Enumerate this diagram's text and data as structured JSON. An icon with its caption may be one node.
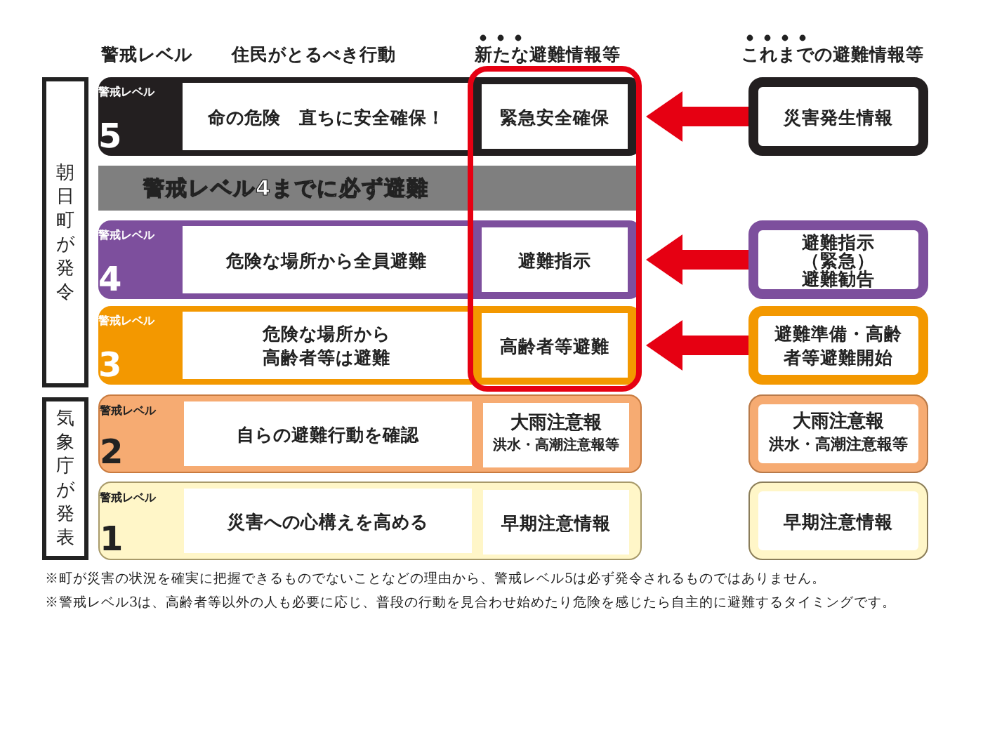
{
  "diagram": {
    "nodes": [
      {
        "text": [
          "朝日町が発令"
        ]
      },
      {
        "text": [
          "警戒レベル",
          "5",
          "命の危険　直ちに安全確保！"
        ]
      },
      {
        "text": [
          "緊急安全確保"
        ],
        "in": 1
      },
      {
        "text": [
          "警戒レベル4までに必ず避難"
        ]
      },
      {
        "text": [
          "警戒レベル",
          "4",
          "危険な場所から全員避難"
        ]
      },
      {
        "text": [
          "避難指示"
        ],
        "in": 4
      },
      {
        "text": [
          "警戒レベル",
          "3",
          "危険な場所から高齢者等は避難"
        ]
      },
      {
        "text": [
          "高齢者等避難"
        ],
        "in": 6
      },
      {
        "text": [
          "気象庁が発表"
        ]
      },
      {
        "text": [
          "警戒レベル",
          "2",
          "自らの避難行動を確認"
        ]
      },
      {
        "text": [
          "大雨注意報",
          "洪水・高潮注意報等"
        ],
        "in": 9
      },
      {
        "text": [
          "警戒レベル",
          "1",
          "災害への心構えを高める"
        ]
      },
      {
        "text": [
          "早期注意情報"
        ],
        "in": 11
      },
      {
        "text": [
          "災害発生情報"
        ]
      },
      {
        "text": [
          "避難指示（緊急）避難勧告"
        ]
      },
      {
        "text": [
          "避難準備・高齢者等避難開始"
        ]
      },
      {
        "text": [
          "大雨注意報",
          "洪水・高潮注意報等"
        ]
      },
      {
        "text": [
          "早期注意情報"
        ]
      }
    ],
    "edges": [
      {
        "from": 13,
        "to": 2,
        "arrow": "to"
      },
      {
        "from": 14,
        "to": 5,
        "arrow": "to"
      },
      {
        "from": 15,
        "to": 7,
        "arrow": "to"
      }
    ],
    "labels": [
      "警戒レベル",
      "住民がとるべき行動",
      "新たな避難情報等",
      "これまでの避難情報等",
      "※町が災害の状況を確実に把握できるものでないことなどの理由から、警戒レベル5は必ず発令されるものではありません。",
      "※警戒レベル3は、高齢者等以外の人も必要に応じ、普段の行動を見合わせ始めたり危険を感じたら自主的に避難するタイミングです。"
    ]
  }
}
